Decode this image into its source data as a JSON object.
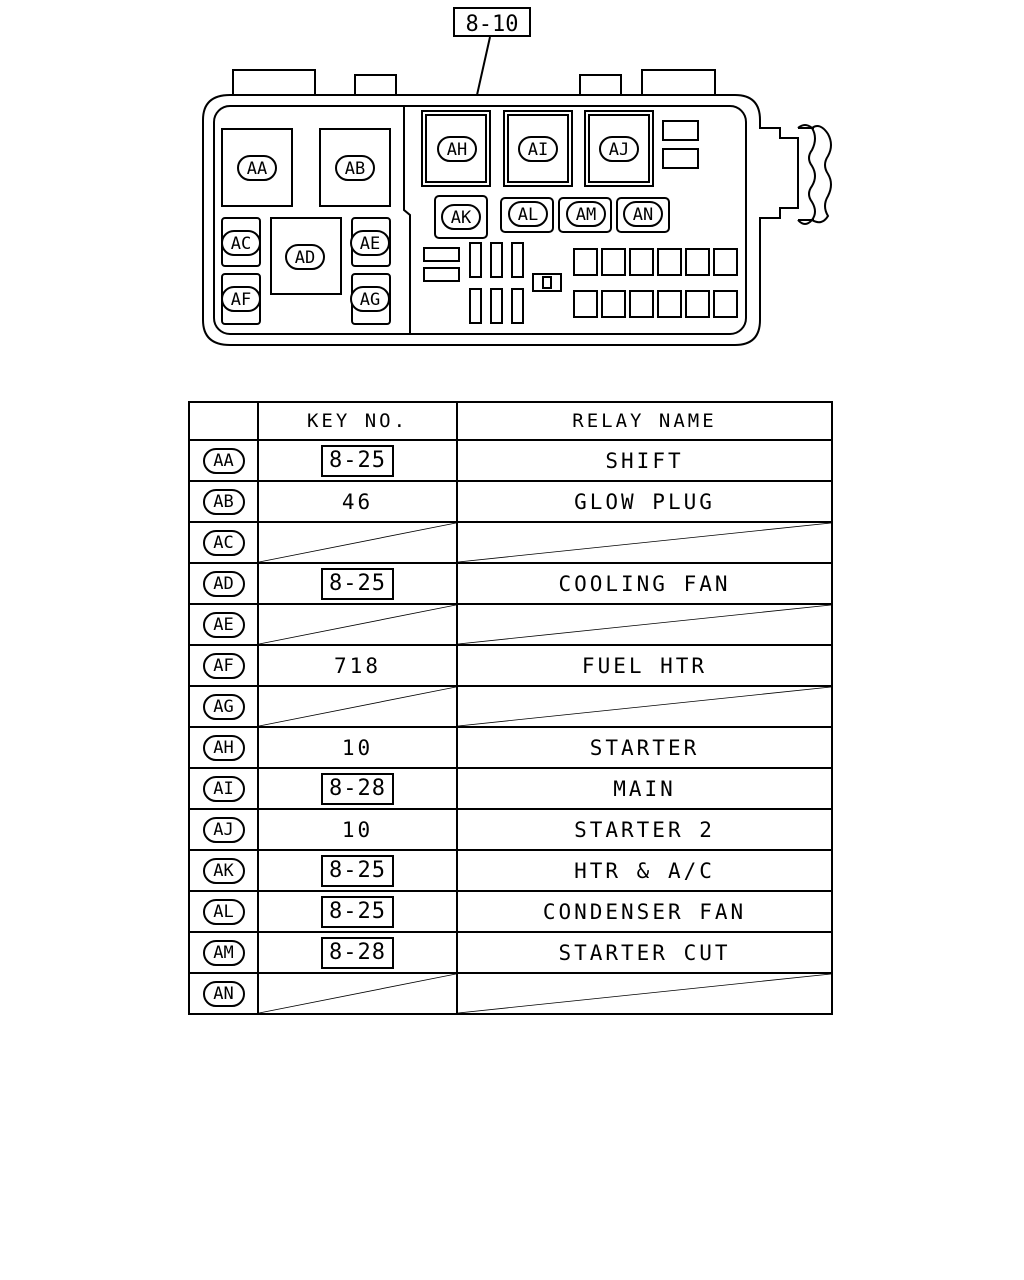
{
  "diagram": {
    "ref_key": "8-10",
    "relay_labels": [
      "AA",
      "AB",
      "AC",
      "AD",
      "AE",
      "AF",
      "AG",
      "AH",
      "AI",
      "AJ",
      "AK",
      "AL",
      "AM",
      "AN"
    ]
  },
  "table": {
    "headers": {
      "id": "",
      "key_no": "KEY NO.",
      "relay_name": "RELAY NAME"
    },
    "rows": [
      {
        "id": "AA",
        "key": "8-25",
        "key_boxed": true,
        "name": "SHIFT"
      },
      {
        "id": "AB",
        "key": "46",
        "key_boxed": false,
        "name": "GLOW PLUG"
      },
      {
        "id": "AC",
        "key": "",
        "key_boxed": false,
        "name": "",
        "blank": true
      },
      {
        "id": "AD",
        "key": "8-25",
        "key_boxed": true,
        "name": "COOLING FAN"
      },
      {
        "id": "AE",
        "key": "",
        "key_boxed": false,
        "name": "",
        "blank": true
      },
      {
        "id": "AF",
        "key": "718",
        "key_boxed": false,
        "name": "FUEL HTR"
      },
      {
        "id": "AG",
        "key": "",
        "key_boxed": false,
        "name": "",
        "blank": true
      },
      {
        "id": "AH",
        "key": "10",
        "key_boxed": false,
        "name": "STARTER"
      },
      {
        "id": "AI",
        "key": "8-28",
        "key_boxed": true,
        "name": "MAIN"
      },
      {
        "id": "AJ",
        "key": "10",
        "key_boxed": false,
        "name": "STARTER 2"
      },
      {
        "id": "AK",
        "key": "8-25",
        "key_boxed": true,
        "name": "HTR & A/C"
      },
      {
        "id": "AL",
        "key": "8-25",
        "key_boxed": true,
        "name": "CONDENSER FAN"
      },
      {
        "id": "AM",
        "key": "8-28",
        "key_boxed": true,
        "name": "STARTER CUT"
      },
      {
        "id": "AN",
        "key": "",
        "key_boxed": false,
        "name": "",
        "blank": true
      }
    ]
  }
}
